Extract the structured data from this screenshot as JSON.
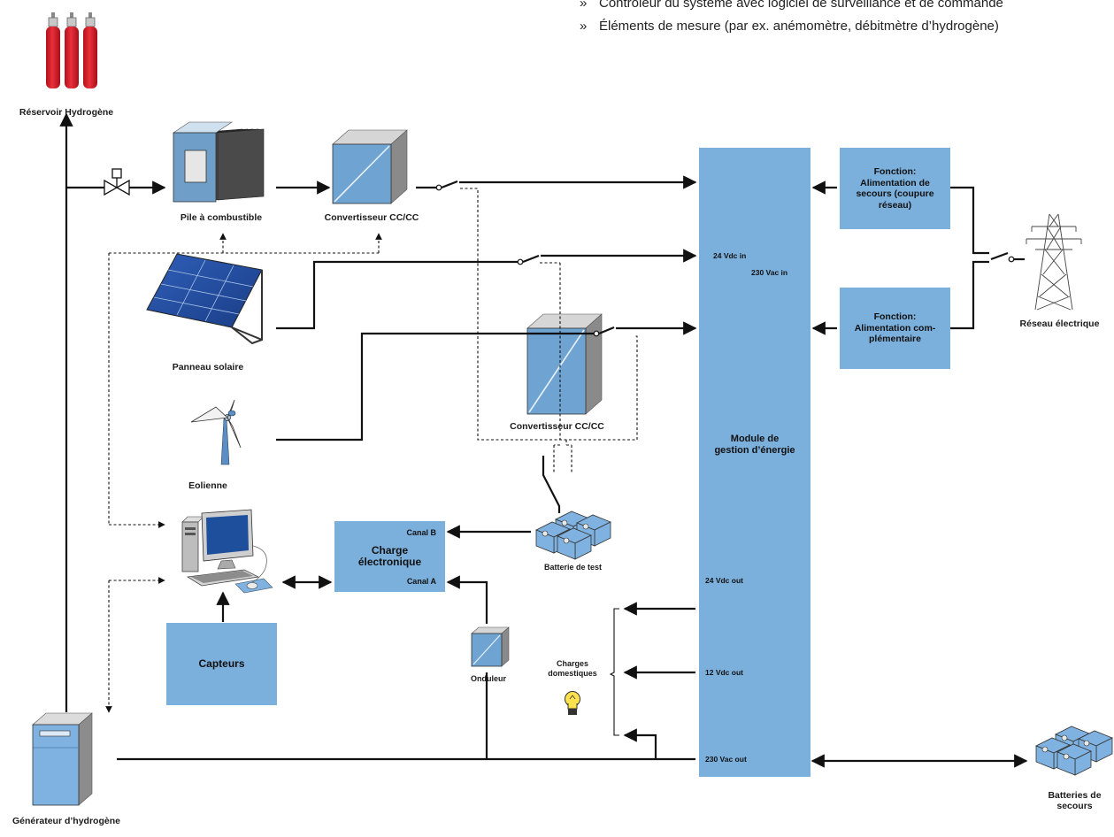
{
  "bullets": [
    "Contrôleur du système avec logiciel de surveillance et de commande",
    "Éléments de mesure (par ex. anémomètre, débitmètre d’hydrogène)"
  ],
  "bullet_mark": "»",
  "labels": {
    "reservoir": "Réservoir Hydrogène",
    "pile": "Pile à combustible",
    "conv1": "Convertisseur CC/CC",
    "conv2": "Convertisseur CC/CC",
    "solaire": "Panneau solaire",
    "eolienne": "Eolienne",
    "batterie_test": "Batterie de test",
    "onduleur": "Onduleur",
    "charges_dom": [
      "Charges",
      "domestiques"
    ],
    "generateur": "Générateur d’hydrogène",
    "reseau": "Réseau électrique",
    "batteries_secours": [
      "Batteries de",
      "secours"
    ]
  },
  "boxes": {
    "module": [
      "Module de",
      "gestion d’énergie"
    ],
    "fonction_secours": [
      "Fonction:",
      "Alimentation de",
      "secours (coupure",
      "réseau)"
    ],
    "fonction_compl": [
      "Fonction:",
      "Alimentation com-",
      "plémentaire"
    ],
    "charge_title": [
      "Charge",
      "électronique"
    ],
    "canal_b": "Canal B",
    "canal_a": "Canal A",
    "capteurs": "Capteurs"
  },
  "module_ports": {
    "in_24": "24 Vdc in",
    "in_230": "230 Vac in",
    "out_24": "24 Vdc out",
    "out_12": "12 Vdc out",
    "out_230": "230 Vac out"
  },
  "colors": {
    "module_blue": "#7bafdc",
    "cylinder_red": "#e31d2b",
    "lines": "#111111"
  }
}
